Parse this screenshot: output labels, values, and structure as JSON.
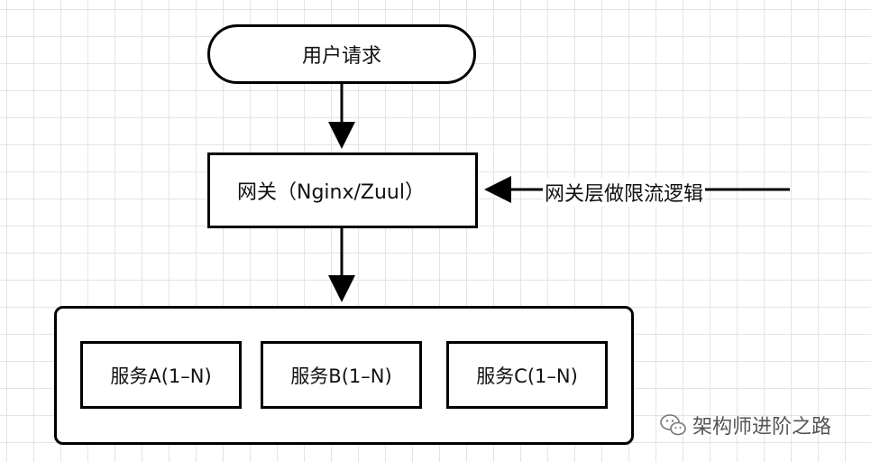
{
  "nodes": {
    "request": "用户请求",
    "gateway": "网关（Nginx/Zuul）"
  },
  "services": [
    "服务A(1–N)",
    "服务B(1–N)",
    "服务C(1–N)"
  ],
  "annotation": "网关层做限流逻辑",
  "watermark": "架构师进阶之路",
  "icons": {
    "watermark": "wechat-icon"
  },
  "colors": {
    "stroke": "#000000",
    "grid": "#e4e4e4",
    "watermark": "#555555"
  }
}
